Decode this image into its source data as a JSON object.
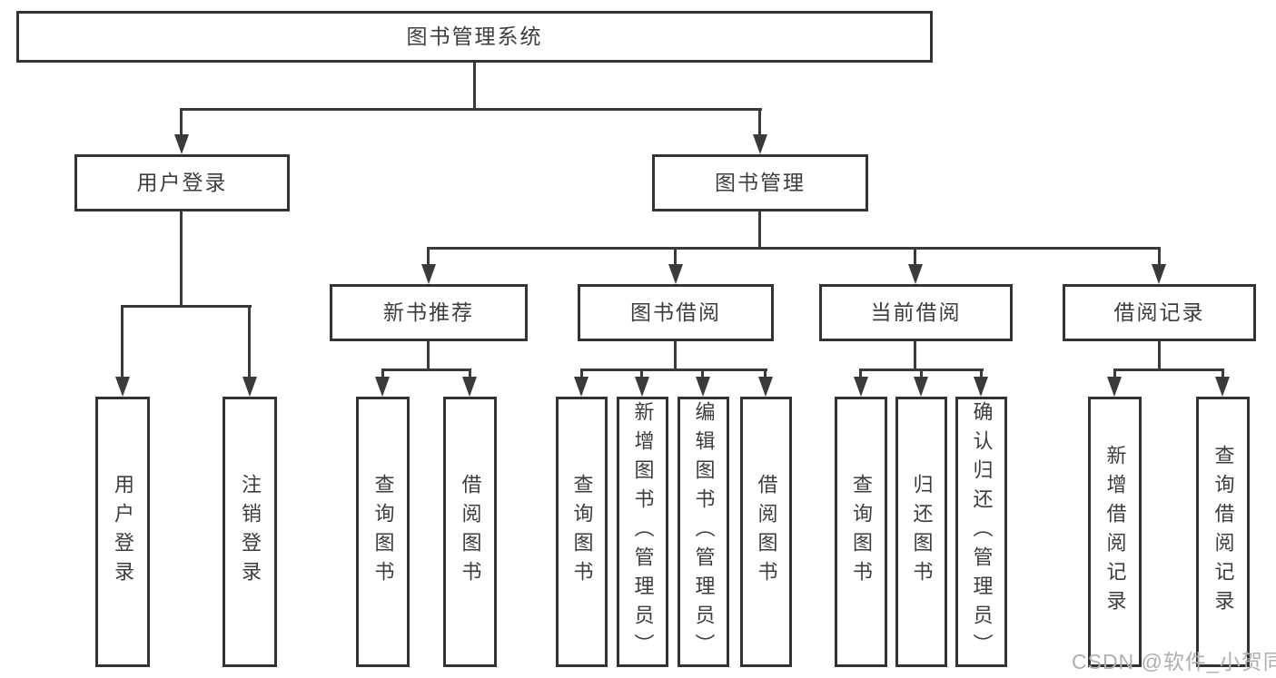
{
  "diagram_title": "图书管理系统",
  "colors": {
    "line": "#3a3a3a",
    "box_border": "#333333",
    "text": "#3d3d3d",
    "background": "#ffffff",
    "watermark": "#b0b0b0"
  },
  "icons": {
    "arrowhead_down": "solid triangle connector arrowhead"
  },
  "watermark": {
    "text": "CSDN @软件_小贺同学"
  },
  "tree": {
    "root": {
      "label": "图书管理系统",
      "children": [
        {
          "label": "用户登录",
          "children": [
            {
              "label": "用户登录"
            },
            {
              "label": "注销登录"
            }
          ]
        },
        {
          "label": "图书管理",
          "children": [
            {
              "label": "新书推荐",
              "children": [
                {
                  "label": "查询图书"
                },
                {
                  "label": "借阅图书"
                }
              ]
            },
            {
              "label": "图书借阅",
              "children": [
                {
                  "label": "查询图书"
                },
                {
                  "label": "新增图书（管理员）"
                },
                {
                  "label": "编辑图书（管理员）"
                },
                {
                  "label": "借阅图书"
                }
              ]
            },
            {
              "label": "当前借阅",
              "children": [
                {
                  "label": "查询图书"
                },
                {
                  "label": "归还图书"
                },
                {
                  "label": "确认归还（管理员）"
                }
              ]
            },
            {
              "label": "借阅记录",
              "children": [
                {
                  "label": "新增借阅记录"
                },
                {
                  "label": "查询借阅记录"
                }
              ]
            }
          ]
        }
      ]
    }
  }
}
